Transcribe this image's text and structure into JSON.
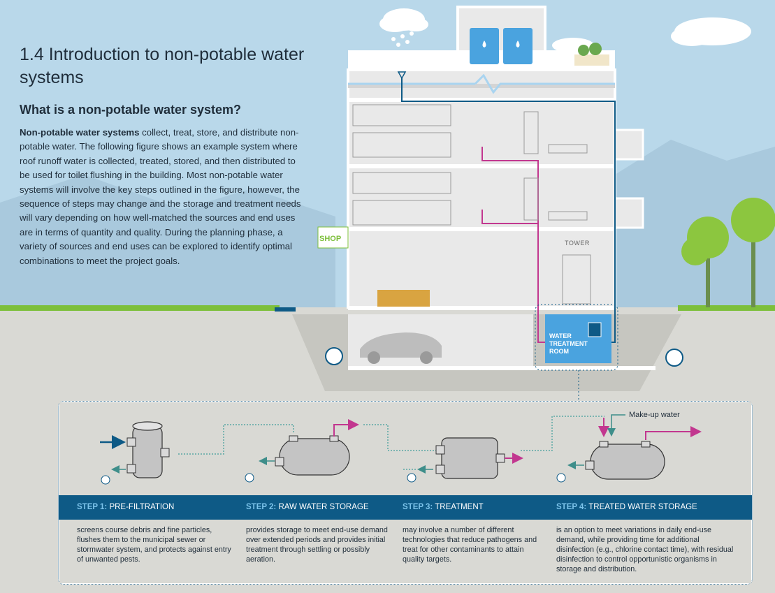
{
  "header": {
    "title": "1.4 Introduction to non-potable water systems",
    "subtitle": "What is a non-potable water system?",
    "intro_bold": "Non-potable water systems",
    "intro_rest": " collect, treat, store, and distribute non-potable water. The following figure shows an example system where roof runoff water is collected, treated, stored, and then distributed to be used for toilet flushing in the building. Most non-potable water systems will involve the key steps outlined in the figure, however, the sequence of steps may change and the storage and treatment needs will vary depending on how well-matched the sources and end uses are in terms of quantity and quality. During the planning phase, a variety of sources and end uses can be explored to identify optimal combinations to meet the project goals."
  },
  "building": {
    "shop_label": "SHOP",
    "tower_label": "TOWER",
    "water_treatment_room": "WATER TREATMENT ROOM"
  },
  "process": {
    "makeup_water": "Make-up water",
    "steps": [
      {
        "number": "STEP 1:",
        "name": "PRE-FILTRATION",
        "description": "screens course debris and fine particles, flushes them to the municipal sewer or stormwater system, and protects against entry of unwanted pests."
      },
      {
        "number": "STEP 2:",
        "name": "RAW WATER STORAGE",
        "description": "provides storage to meet end-use demand over extended periods and provides initial treatment through settling or possibly aeration."
      },
      {
        "number": "STEP 3:",
        "name": "TREATMENT",
        "description": "may involve a number of different technologies that reduce pathogens and treat for other contaminants to attain quality targets."
      },
      {
        "number": "STEP 4:",
        "name": "TREATED WATER STORAGE",
        "description": "is an option to meet variations in daily end-use demand, while providing time for additional disinfection (e.g., chlorine contact time), with residual disinfection to control opportunistic organisms in storage and distribution."
      }
    ]
  },
  "colors": {
    "sky": "#b9d8ea",
    "ground": "#d9d9d4",
    "grass": "#7dbf3b",
    "pipe_blue": "#0e5a86",
    "pipe_magenta": "#c2378f",
    "accent_light_blue": "#4aa3df"
  },
  "icons": [
    "cloud-icon",
    "rain-icon",
    "water-tank-icon",
    "water-drop-icon",
    "tree-icon",
    "car-icon",
    "arrow-icon"
  ]
}
